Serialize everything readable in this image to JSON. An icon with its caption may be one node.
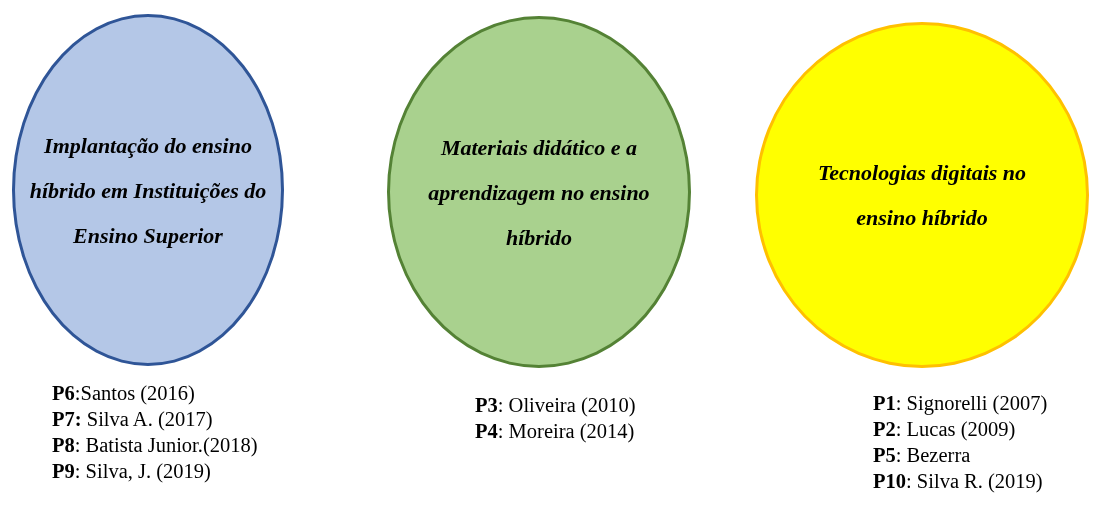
{
  "diagram": {
    "nodes": [
      {
        "text": [
          "Implantação do ensino híbrido em Instituições do Ensino Superior"
        ],
        "beside": [
          "**P6**:Santos (2016)",
          "**P7:** Silva A. (2017)",
          "**P8**: Batista Junior.(2018)",
          "**P9**: Silva, J. (2019)"
        ]
      },
      {
        "text": [
          "Materiais didático e a aprendizagem no ensino híbrido"
        ],
        "beside": [
          "**P3**: Oliveira (2010)",
          "**P4**: Moreira (2014)"
        ]
      },
      {
        "text": [
          "Tecnologias digitais no ensino híbrido"
        ],
        "beside": [
          "**P1**: Signorelli (2007)",
          "**P2**: Lucas (2009)",
          "**P5**: Bezerra",
          "**P10**: Silva R. (2019)"
        ]
      }
    ]
  }
}
